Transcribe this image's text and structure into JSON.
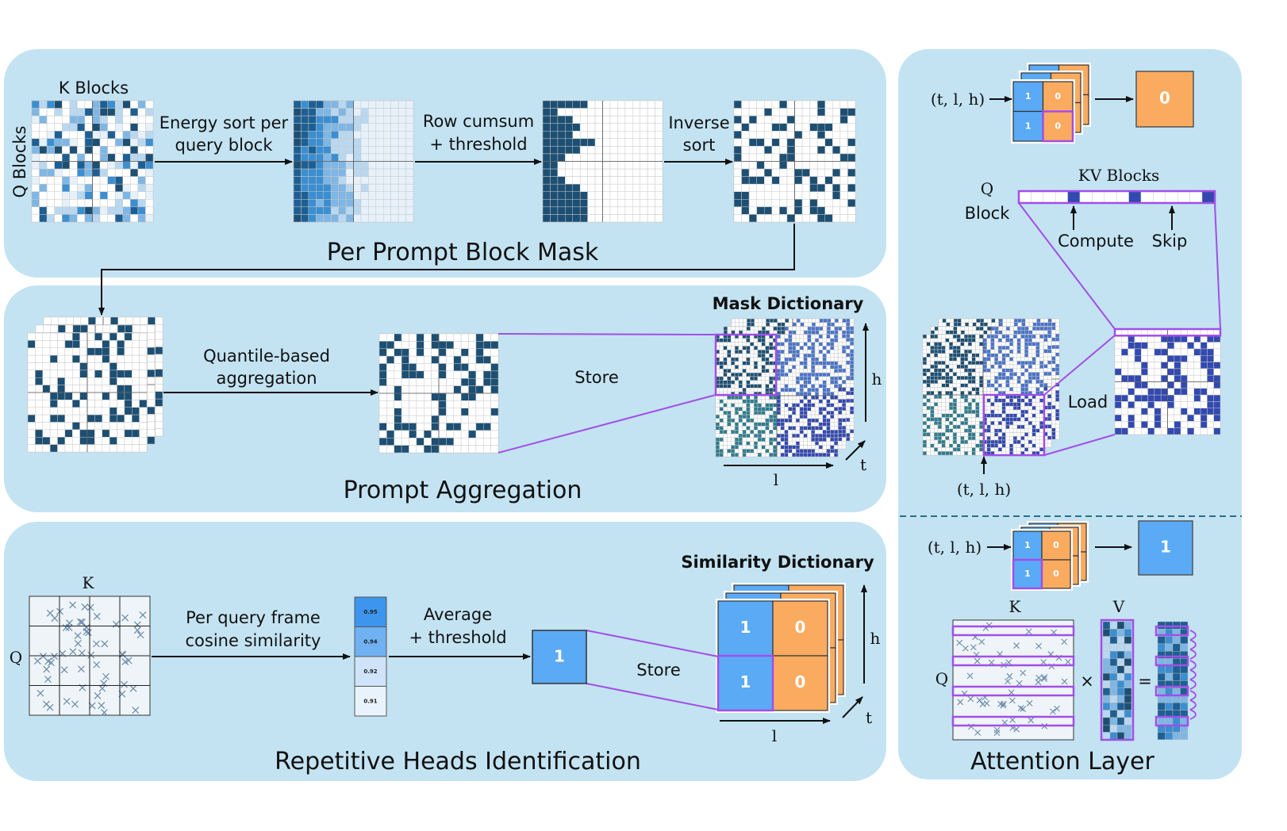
{
  "colors": {
    "panel": "#c3e3f2",
    "dark_block": "#1d4f73",
    "one_cell": "#5aaaf6",
    "zero_cell": "#fbab60",
    "highlight": "#a24ee8",
    "kv_block": "#3249b0"
  },
  "panel_mask": {
    "title": "Per Prompt Block Mask",
    "k_blocks": "K Blocks",
    "q_blocks": "Q Blocks",
    "step1": [
      "Energy sort per",
      "query block"
    ],
    "step2": [
      "Row cumsum",
      "+ threshold"
    ],
    "step3": [
      "Inverse",
      "sort"
    ]
  },
  "panel_aggregation": {
    "title": "Prompt Aggregation",
    "step1": [
      "Quantile-based",
      "aggregation"
    ],
    "store": "Store",
    "dictionary": "Mask Dictionary",
    "axis_h": "h",
    "axis_l": "l",
    "axis_t": "t"
  },
  "panel_repetitive": {
    "title": "Repetitive Heads Identification",
    "k": "K",
    "q": "Q",
    "step1": [
      "Per query frame",
      "cosine similarity"
    ],
    "similarities": [
      "0.95",
      "0.94",
      "0.92",
      "0.91"
    ],
    "step2": [
      "Average",
      "+ threshold"
    ],
    "result": "1",
    "store": "Store",
    "dictionary": "Similarity Dictionary",
    "dict_values": [
      "1",
      "0",
      "1",
      "0"
    ],
    "axis_h": "h",
    "axis_l": "l",
    "axis_t": "t"
  },
  "panel_attention": {
    "title": "Attention Layer",
    "index": "(t, l, h)",
    "top_values": [
      "1",
      "0",
      "1",
      "0"
    ],
    "top_result": "0",
    "kv_blocks": "KV Blocks",
    "q_block": [
      "Q",
      "Block"
    ],
    "compute": "Compute",
    "skip": "Skip",
    "load": "Load",
    "index_bottom": "(t, l, h)",
    "bottom_index": "(t, l, h)",
    "bottom_values": [
      "1",
      "0",
      "1",
      "0"
    ],
    "bottom_result": "1",
    "k": "K",
    "v": "V",
    "q": "Q",
    "times": "×",
    "equals": "="
  }
}
